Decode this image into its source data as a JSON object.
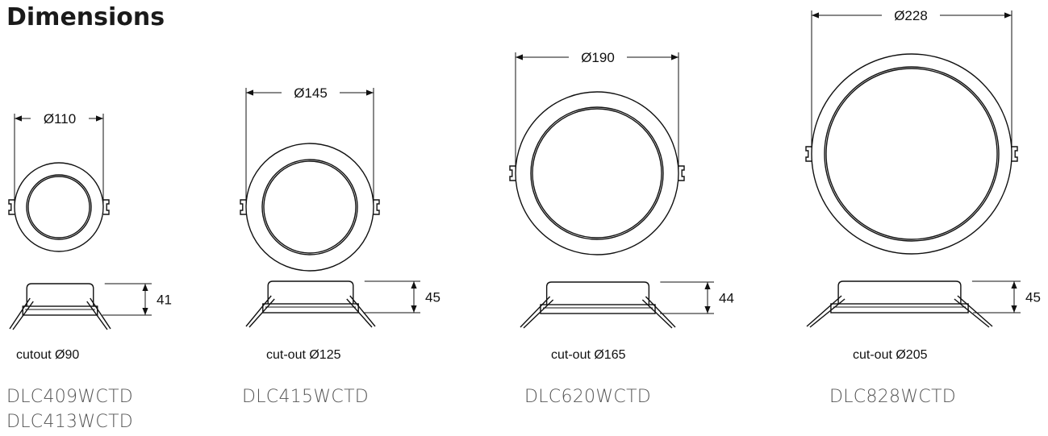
{
  "heading": "Dimensions",
  "products": [
    {
      "diameter_label": "Ø110",
      "height_label": "41",
      "cutout_label": "cutout Ø90",
      "models": [
        "DLC409WCTD",
        "DLC413WCTD"
      ]
    },
    {
      "diameter_label": "Ø145",
      "height_label": "45",
      "cutout_label": "cut-out Ø125",
      "models": [
        "DLC415WCTD"
      ]
    },
    {
      "diameter_label": "Ø190",
      "height_label": "44",
      "cutout_label": "cut-out Ø165",
      "models": [
        "DLC620WCTD"
      ]
    },
    {
      "diameter_label": "Ø228",
      "height_label": "45",
      "cutout_label": "cut-out Ø205",
      "models": [
        "DLC828WCTD"
      ]
    }
  ]
}
